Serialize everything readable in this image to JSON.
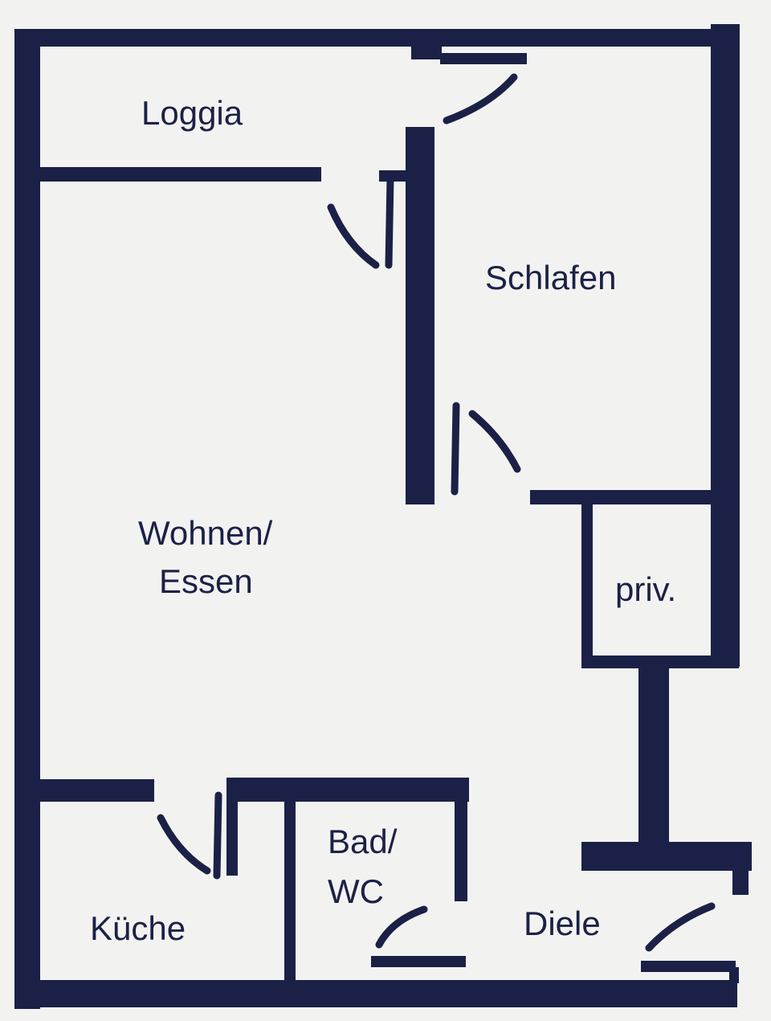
{
  "rooms": {
    "loggia": "Loggia",
    "schlafen": "Schlafen",
    "wohnen_line1": "Wohnen/",
    "wohnen_line2": "Essen",
    "priv": "priv.",
    "bad_line1": "Bad/",
    "bad_line2": "WC",
    "kueche": "Küche",
    "diele": "Diele"
  },
  "colors": {
    "wall": "#1b2146",
    "background": "#f2f3f1"
  }
}
